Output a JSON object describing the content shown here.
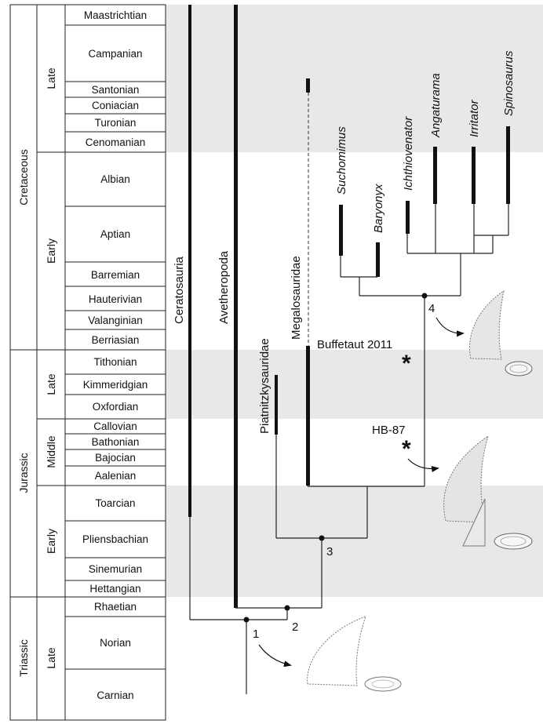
{
  "periods": [
    {
      "name": "Cretaceous",
      "epochs": [
        {
          "name": "Late",
          "stages": [
            "Maastrichtian",
            "Campanian",
            "Santonian",
            "Coniacian",
            "Turonian",
            "Cenomanian"
          ]
        },
        {
          "name": "Early",
          "stages": [
            "Albian",
            "Aptian",
            "Barremian",
            "Hauterivian",
            "Valanginian",
            "Berriasian"
          ]
        }
      ]
    },
    {
      "name": "Jurassic",
      "epochs": [
        {
          "name": "Late",
          "stages": [
            "Tithonian",
            "Kimmeridgian",
            "Oxfordian"
          ]
        },
        {
          "name": "Middle",
          "stages": [
            "Callovian",
            "Bathonian",
            "Bajocian",
            "Aalenian"
          ]
        },
        {
          "name": "Early",
          "stages": [
            "Toarcian",
            "Pliensbachian",
            "Sinemurian",
            "Hettangian"
          ]
        }
      ]
    },
    {
      "name": "Triassic",
      "epochs": [
        {
          "name": "Late",
          "stages": [
            "Rhaetian",
            "Norian",
            "Carnian"
          ]
        }
      ]
    }
  ],
  "clades": {
    "ceratosauria": "Ceratosauria",
    "avetheropoda": "Avetheropoda",
    "piatnitzkysauridae": "Piatnitzkysauridae",
    "megalosauridae": "Megalosauridae"
  },
  "taxa": {
    "suchomimus": "Suchomimus",
    "baryonyx": "Baryonyx",
    "ichthiovenator": "Ichthiovenator",
    "angaturama": "Angaturama",
    "irritator": "Irritator",
    "spinosaurus": "Spinosaurus"
  },
  "nodes": {
    "n1": "1",
    "n2": "2",
    "n3": "3",
    "n4": "4"
  },
  "annotations": {
    "buffetaut": "Buffetaut 2011",
    "hb87": "HB-87",
    "asterisk": "*"
  }
}
